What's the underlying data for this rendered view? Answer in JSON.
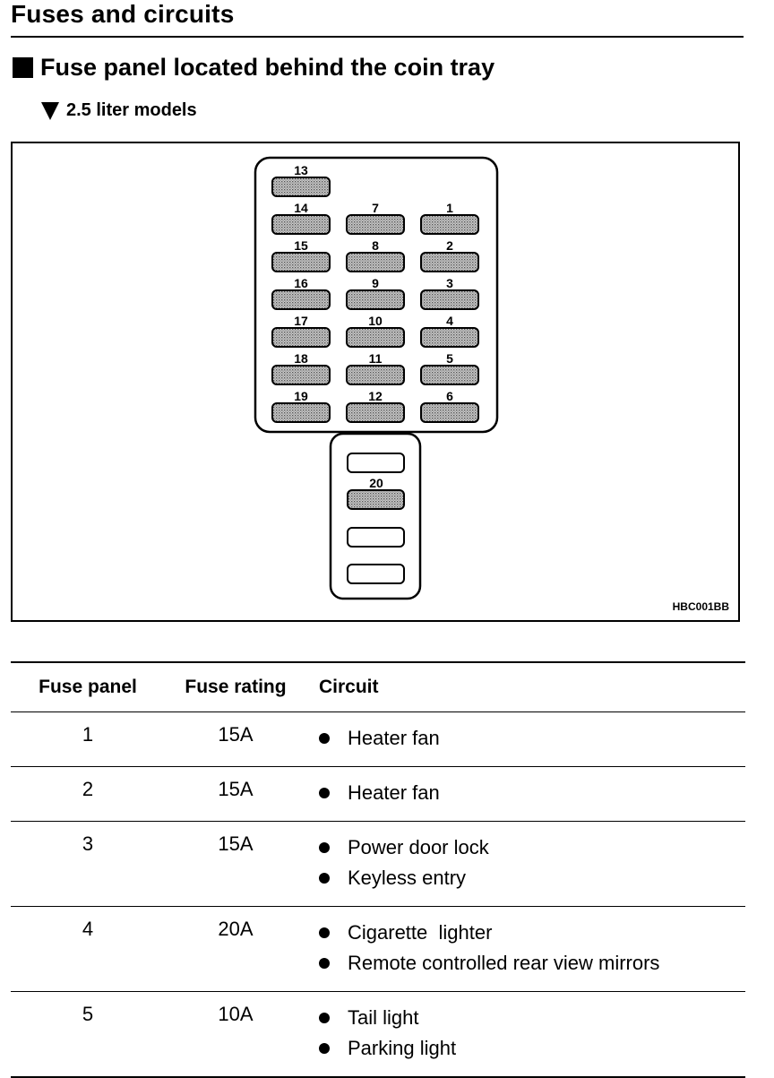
{
  "page": {
    "header": "Fuses and circuits",
    "section_title": "Fuse panel located behind the coin tray",
    "subsection_title": "2.5 liter models"
  },
  "diagram": {
    "code": "HBC001BB",
    "fuses": [
      {
        "label": "13",
        "col": 0,
        "row": 0
      },
      {
        "label": "14",
        "col": 0,
        "row": 1
      },
      {
        "label": "15",
        "col": 0,
        "row": 2
      },
      {
        "label": "16",
        "col": 0,
        "row": 3
      },
      {
        "label": "17",
        "col": 0,
        "row": 4
      },
      {
        "label": "18",
        "col": 0,
        "row": 5
      },
      {
        "label": "19",
        "col": 0,
        "row": 6
      },
      {
        "label": "7",
        "col": 1,
        "row": 1
      },
      {
        "label": "8",
        "col": 1,
        "row": 2
      },
      {
        "label": "9",
        "col": 1,
        "row": 3
      },
      {
        "label": "10",
        "col": 1,
        "row": 4
      },
      {
        "label": "11",
        "col": 1,
        "row": 5
      },
      {
        "label": "12",
        "col": 1,
        "row": 6
      },
      {
        "label": "1",
        "col": 2,
        "row": 1
      },
      {
        "label": "2",
        "col": 2,
        "row": 2
      },
      {
        "label": "3",
        "col": 2,
        "row": 3
      },
      {
        "label": "4",
        "col": 2,
        "row": 4
      },
      {
        "label": "5",
        "col": 2,
        "row": 5
      },
      {
        "label": "6",
        "col": 2,
        "row": 6
      }
    ],
    "lower_slots": [
      {
        "label": "",
        "empty": true
      },
      {
        "label": "20",
        "empty": false
      },
      {
        "label": "",
        "empty": true
      },
      {
        "label": "",
        "empty": true
      }
    ]
  },
  "table": {
    "headers": [
      "Fuse panel",
      "Fuse rating",
      "Circuit"
    ],
    "rows": [
      {
        "panel": "1",
        "rating": "15A",
        "circuits": [
          "Heater fan"
        ]
      },
      {
        "panel": "2",
        "rating": "15A",
        "circuits": [
          "Heater fan"
        ]
      },
      {
        "panel": "3",
        "rating": "15A",
        "circuits": [
          "Power door lock",
          "Keyless entry"
        ]
      },
      {
        "panel": "4",
        "rating": "20A",
        "circuits": [
          "Cigarette  lighter",
          "Remote controlled rear view mirrors"
        ]
      },
      {
        "panel": "5",
        "rating": "10A",
        "circuits": [
          "Tail light",
          "Parking light"
        ]
      }
    ]
  }
}
